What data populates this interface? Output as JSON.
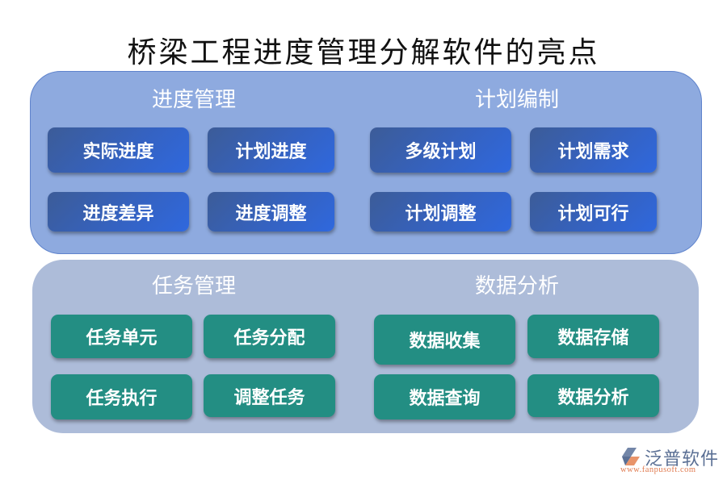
{
  "title": "桥梁工程进度管理分解软件的亮点",
  "sections": [
    {
      "title": "进度管理",
      "items": [
        "实际进度",
        "计划进度",
        "进度差异",
        "进度调整"
      ]
    },
    {
      "title": "计划编制",
      "items": [
        "多级计划",
        "计划需求",
        "计划调整",
        "计划可行"
      ]
    },
    {
      "title": "任务管理",
      "items": [
        "任务单元",
        "任务分配",
        "任务执行",
        "调整任务"
      ]
    },
    {
      "title": "数据分析",
      "items": [
        "数据收集",
        "数据存储",
        "数据查询",
        "数据分析"
      ]
    }
  ],
  "colors": {
    "top_panel": "#8eaadf",
    "bottom_panel": "#adbcd9",
    "blue_box": "#3562c0",
    "teal_box": "#238e83"
  },
  "logo": {
    "name": "泛普软件",
    "url": "www.fanpusoft.com"
  }
}
